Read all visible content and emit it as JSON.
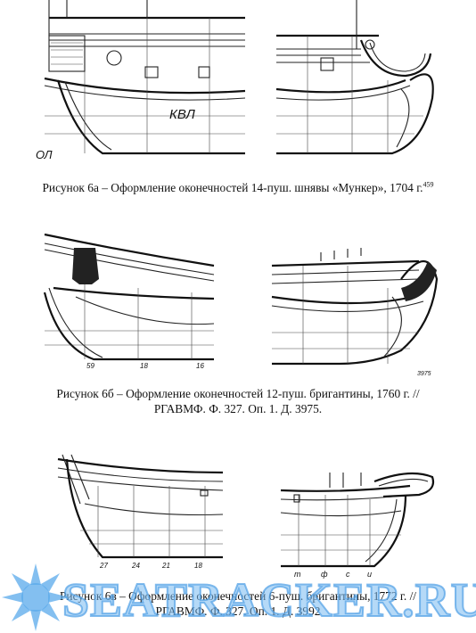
{
  "figures": [
    {
      "labels": {
        "ol": "ОЛ",
        "kvl": "КВЛ"
      },
      "caption": "Рисунок 6а – Оформление оконечностей 14-пуш. шнявы «Мункер», 1704 г.",
      "footnote": "459"
    },
    {
      "labels": {
        "stern_nums": [
          "59",
          "18",
          "16"
        ],
        "bow_num": "3975"
      },
      "caption_line1": "Рисунок 6б – Оформление оконечностей 12-пуш. бригантины, 1760 г. //",
      "caption_line2": "РГАВМФ. Ф. 327. Оп. 1. Д. 3975."
    },
    {
      "labels": {
        "stern_nums": [
          "27",
          "24",
          "21",
          "18"
        ],
        "bow_letters": [
          "т",
          "ф",
          "с",
          "и"
        ]
      },
      "caption_line1": "Рисунок 6в – Оформление оконечностей 6-пуш. бригантины, 1772 г. //",
      "caption_line2": "РГАВМФ. Ф. 327. Оп. 1. Д. 3992"
    }
  ],
  "watermark": {
    "text": "SEATRACKER.RU"
  }
}
